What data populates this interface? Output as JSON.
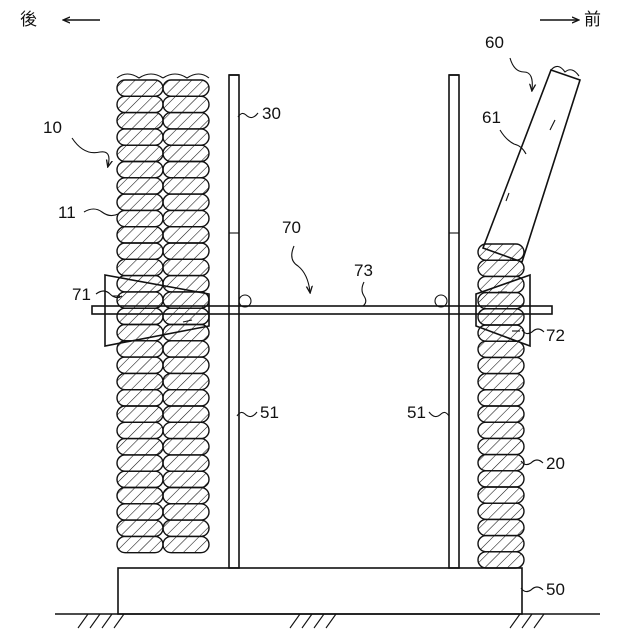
{
  "directions": {
    "back": "後",
    "front": "前"
  },
  "labels": {
    "left_wall": "10",
    "left_layer": "11",
    "right_layer": "20",
    "back_plate": "30",
    "base": "50",
    "post_left": "51",
    "post_right": "51",
    "lever": "60",
    "lever_shaft": "61",
    "tie": "70",
    "cone_left": "71",
    "cone_right": "72",
    "rod": "73"
  },
  "colors": {
    "ink": "#111111",
    "paper": "#ffffff"
  }
}
